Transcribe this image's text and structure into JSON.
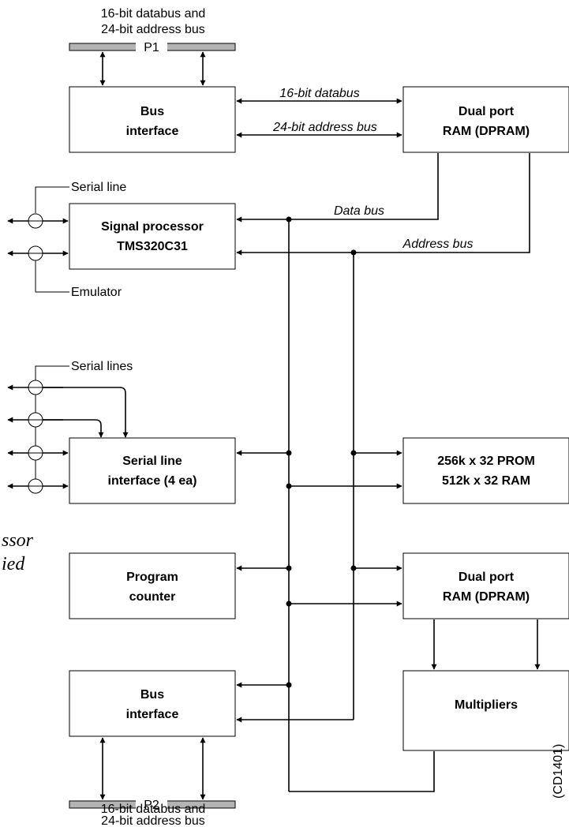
{
  "p1": {
    "caption_line1": "16-bit databus and",
    "caption_line2": "24-bit address bus",
    "label": "P1"
  },
  "p2": {
    "caption_line1": "16-bit databus and",
    "caption_line2": "24-bit address bus",
    "label": "P2"
  },
  "blocks": {
    "bus_interface_top": [
      "Bus",
      "interface"
    ],
    "dpram_top": [
      "Dual port",
      "RAM (DPRAM)"
    ],
    "signal_processor": [
      "Signal processor",
      "TMS320C31"
    ],
    "serial_line_interface": [
      "Serial line",
      "interface (4 ea)"
    ],
    "prom_ram": [
      "256k x 32 PROM",
      "512k x 32 RAM"
    ],
    "program_counter": [
      "Program",
      "counter"
    ],
    "dpram_mid": [
      "Dual port",
      "RAM (DPRAM)"
    ],
    "bus_interface_bottom": [
      "Bus",
      "interface"
    ],
    "multipliers": [
      "Multipliers"
    ]
  },
  "links": {
    "databus_16": "16-bit databus",
    "address_bus_24": "24-bit address bus",
    "data_bus": "Data bus",
    "address_bus": "Address bus"
  },
  "side_labels": {
    "serial_line": "Serial line",
    "emulator": "Emulator",
    "serial_lines": "Serial lines"
  },
  "margin_text": {
    "line1": "ssor",
    "line2": "ied"
  },
  "figure_code": "(CD1401)"
}
